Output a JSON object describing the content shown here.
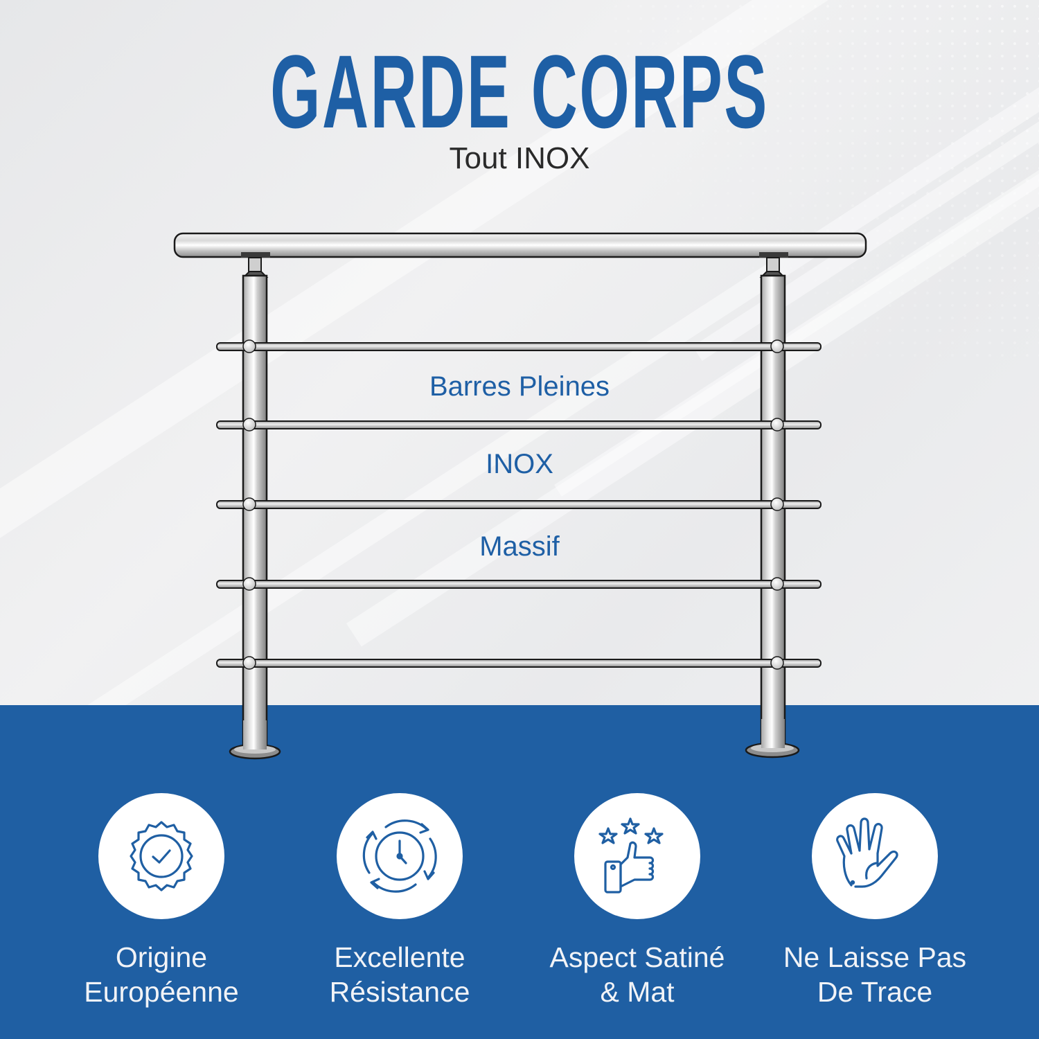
{
  "colors": {
    "brand_blue": "#1f5fa3",
    "title_blue": "#1e5fa5",
    "subtitle_text": "#2a2a2a",
    "feature_text": "#f1f3f7",
    "icon_circle": "#ffffff"
  },
  "header": {
    "title": "GARDE CORPS",
    "subtitle": "Tout INOX"
  },
  "product": {
    "name": "stainless-steel-railing",
    "labels": [
      "Barres Pleines",
      "INOX",
      "Massif"
    ]
  },
  "features": [
    {
      "icon": "quality-badge-check-icon",
      "line1": "Origine",
      "line2": "Européenne"
    },
    {
      "icon": "clock-cycle-icon",
      "line1": "Excellente",
      "line2": "Résistance"
    },
    {
      "icon": "thumbs-up-stars-icon",
      "line1": "Aspect Satiné",
      "line2": "& Mat"
    },
    {
      "icon": "hand-icon",
      "line1": "Ne Laisse Pas",
      "line2": "De Trace"
    }
  ]
}
